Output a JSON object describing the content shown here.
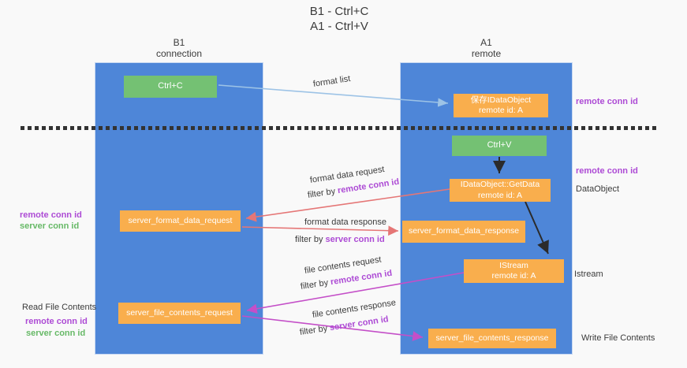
{
  "title": {
    "line1": "B1 - Ctrl+C",
    "line2": "A1 - Ctrl+V"
  },
  "columns": {
    "left": {
      "header_line1": "B1",
      "header_line2": "connection"
    },
    "right": {
      "header_line1": "A1",
      "header_line2": "remote"
    }
  },
  "boxes": {
    "ctrl_c": "Ctrl+C",
    "ctrl_v": "Ctrl+V",
    "save_idataobject": {
      "line1": "保存IDataObject",
      "line2": "remote id: A"
    },
    "getdata": {
      "line1": "IDataObject::GetData",
      "line2": "remote id: A"
    },
    "istream": {
      "line1": "IStream",
      "line2": "remote id: A"
    },
    "server_format_data_request": "server_format_data_request",
    "server_format_data_response": "server_format_data_response",
    "server_file_contents_request": "server_file_contents_request",
    "server_file_contents_response": "server_file_contents_response"
  },
  "flow_labels": {
    "format_list": "format list",
    "format_data_request": "format data request",
    "format_data_request_filter": {
      "prefix": "filter by",
      "id": "remote conn id"
    },
    "format_data_response": "format data response",
    "format_data_response_filter": {
      "prefix": "filter by",
      "id": "server conn id"
    },
    "file_contents_request": "file contents request",
    "file_contents_request_filter": {
      "prefix": "filter by",
      "id": "remote conn id"
    },
    "file_contents_response": "file contents response",
    "file_contents_response_filter": {
      "prefix": "filter by",
      "id": "server conn id"
    }
  },
  "side_labels": {
    "right_remote_conn_id_1": "remote conn id",
    "right_remote_conn_id_2": "remote conn id",
    "right_dataobject": "DataObject",
    "right_istream": "Istream",
    "right_write_file_contents": "Write File Contents",
    "left_remote_conn_id_1": "remote conn id",
    "left_server_conn_id_1": "server conn id",
    "left_read_file_contents": "Read File Contents",
    "left_remote_conn_id_2": "remote conn id",
    "left_server_conn_id_2": "server conn id"
  },
  "colors": {
    "lifeline_blue": "#4e86d8",
    "event_green": "#74c173",
    "message_orange": "#f9ae4d",
    "arrow_light_blue": "#9dc3e6",
    "arrow_salmon": "#e57676",
    "arrow_magenta": "#c44fc8",
    "arrow_black": "#2b2b2b",
    "text_purple": "#ad4bd5",
    "text_green": "#67b967"
  }
}
